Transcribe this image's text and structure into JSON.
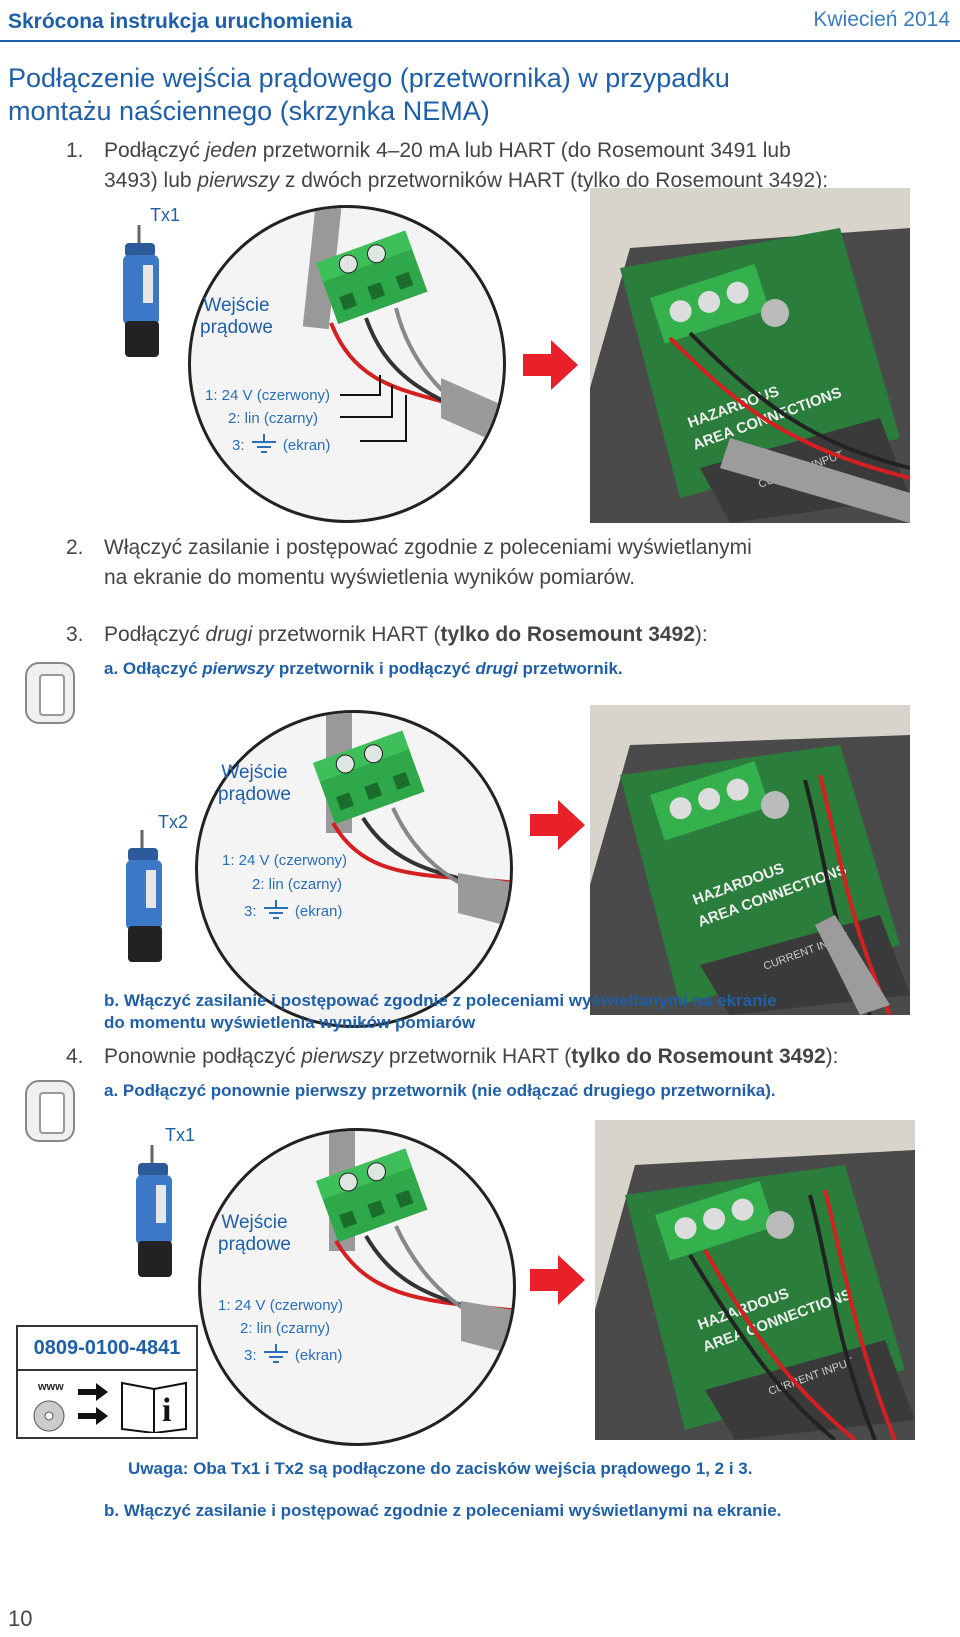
{
  "header": {
    "left": "Skrócona instrukcja uruchomienia",
    "right": "Kwiecień 2014"
  },
  "title_line1": "Podłączenie wejścia prądowego (przetwornika) w przypadku",
  "title_line2": "montażu naściennego (skrzynka NEMA)",
  "step1": {
    "num": "1.",
    "a": "Podłączyć ",
    "b": "jeden",
    "c": " przetwornik 4–20 mA lub HART (do Rosemount 3491 lub",
    "d": "3493) lub ",
    "e": "pierwszy",
    "f": " z dwóch przetworników HART (tylko do Rosemount 3492):"
  },
  "step2": {
    "num": "2.",
    "line1": "Włączyć zasilanie i postępować zgodnie z poleceniami wyświetlanymi",
    "line2": "na ekranie do momentu wyświetlenia wyników pomiarów."
  },
  "step3": {
    "num": "3.",
    "a": "Podłączyć ",
    "b": "drugi",
    "c": " przetwornik HART (",
    "d": "tylko do Rosemount 3492",
    "e": "):",
    "sub_a": {
      "p1": "a. Odłączyć ",
      "p2": "pierwszy",
      "p3": " przetwornik i podłączyć ",
      "p4": "drugi",
      "p5": " przetwornik."
    },
    "sub_b_line1": "b. Włączyć zasilanie i postępować zgodnie z poleceniami wyświetlanymi na ekranie",
    "sub_b_line2": "do momentu wyświetlenia wyników pomiarów"
  },
  "step4": {
    "num": "4.",
    "a": "Ponownie podłączyć ",
    "b": "pierwszy",
    "c": " przetwornik HART (",
    "d": "tylko do Rosemount 3492",
    "e": "):",
    "sub_a": "a. Podłączyć ponownie pierwszy przetwornik (nie odłączać drugiego przetwornika).",
    "note": "Uwaga: Oba Tx1 i Tx2 są podłączone do zacisków wejścia prądowego 1, 2 i 3.",
    "sub_b": "b. Włączyć zasilanie i postępować zgodnie z poleceniami wyświetlanymi na ekranie."
  },
  "diagram_labels": {
    "tx1": "Tx1",
    "tx2": "Tx2",
    "input_line1": "Wejście",
    "input_line2": "prądowe",
    "wire1": "1: 24 V (czerwony)",
    "wire2": "2: lin (czarny)",
    "wire3_prefix": "3:",
    "wire3_suffix": "(ekran)"
  },
  "photo_labels": {
    "hazardous": "HAZARDOUS",
    "area_connections": "AREA CONNECTIONS",
    "current_input": "CURRENT INPUT"
  },
  "part_number": "0809-0100-4841",
  "www": "www",
  "page_number": "10",
  "colors": {
    "brand_blue": "#1f5fa8",
    "arrow_red": "#e8202a",
    "terminal_green": "#2fa84a"
  },
  "icons": [
    "push-button-icon",
    "red-arrow-icon",
    "cd-icon",
    "info-book-icon",
    "ground-symbol-icon"
  ]
}
